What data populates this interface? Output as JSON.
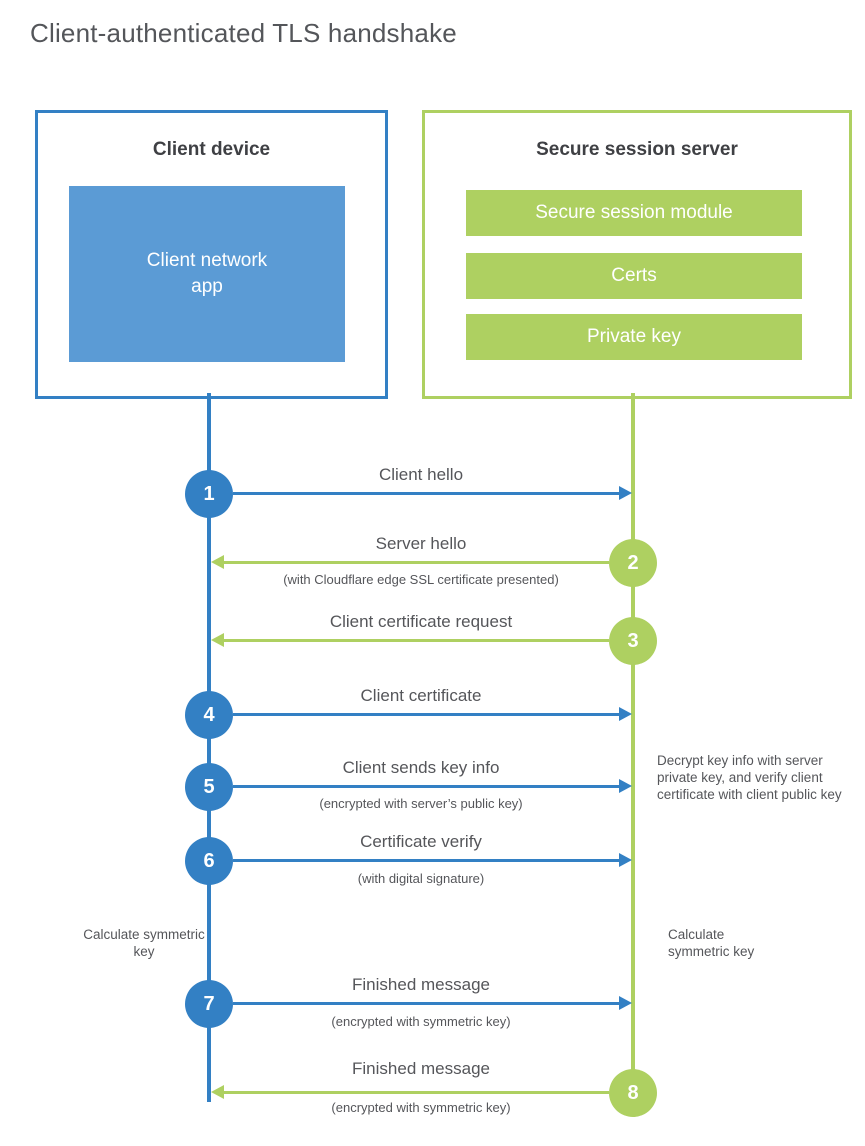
{
  "title": "Client-authenticated TLS handshake",
  "client": {
    "title": "Client device",
    "app_label": "Client network app"
  },
  "server": {
    "title": "Secure session server",
    "modules": [
      "Secure session module",
      "Certs",
      "Private key"
    ]
  },
  "steps": [
    {
      "num": "1",
      "label": "Client hello",
      "sublabel": "",
      "from": "client",
      "to": "server"
    },
    {
      "num": "2",
      "label": "Server hello",
      "sublabel": "(with Cloudflare edge SSL certificate presented)",
      "from": "server",
      "to": "client"
    },
    {
      "num": "3",
      "label": "Client certificate request",
      "sublabel": "",
      "from": "server",
      "to": "client"
    },
    {
      "num": "4",
      "label": "Client certificate",
      "sublabel": "",
      "from": "client",
      "to": "server"
    },
    {
      "num": "5",
      "label": "Client sends key info",
      "sublabel": "(encrypted with server’s public key)",
      "from": "client",
      "to": "server"
    },
    {
      "num": "6",
      "label": "Certificate verify",
      "sublabel": "(with digital signature)",
      "from": "client",
      "to": "server"
    },
    {
      "num": "7",
      "label": "Finished message",
      "sublabel": "(encrypted with symmetric key)",
      "from": "client",
      "to": "server"
    },
    {
      "num": "8",
      "label": "Finished message",
      "sublabel": "(encrypted with symmetric key)",
      "from": "server",
      "to": "client"
    }
  ],
  "notes": {
    "decrypt_note": "Decrypt key info with server private key, and verify client certificate with client public key",
    "calc_left": "Calculate symmetric key",
    "calc_right": "Calculate symmetric key"
  },
  "colors": {
    "blue": "#3380c4",
    "blue_fill": "#5b9bd5",
    "green": "#aed061",
    "text": "#55565a"
  }
}
